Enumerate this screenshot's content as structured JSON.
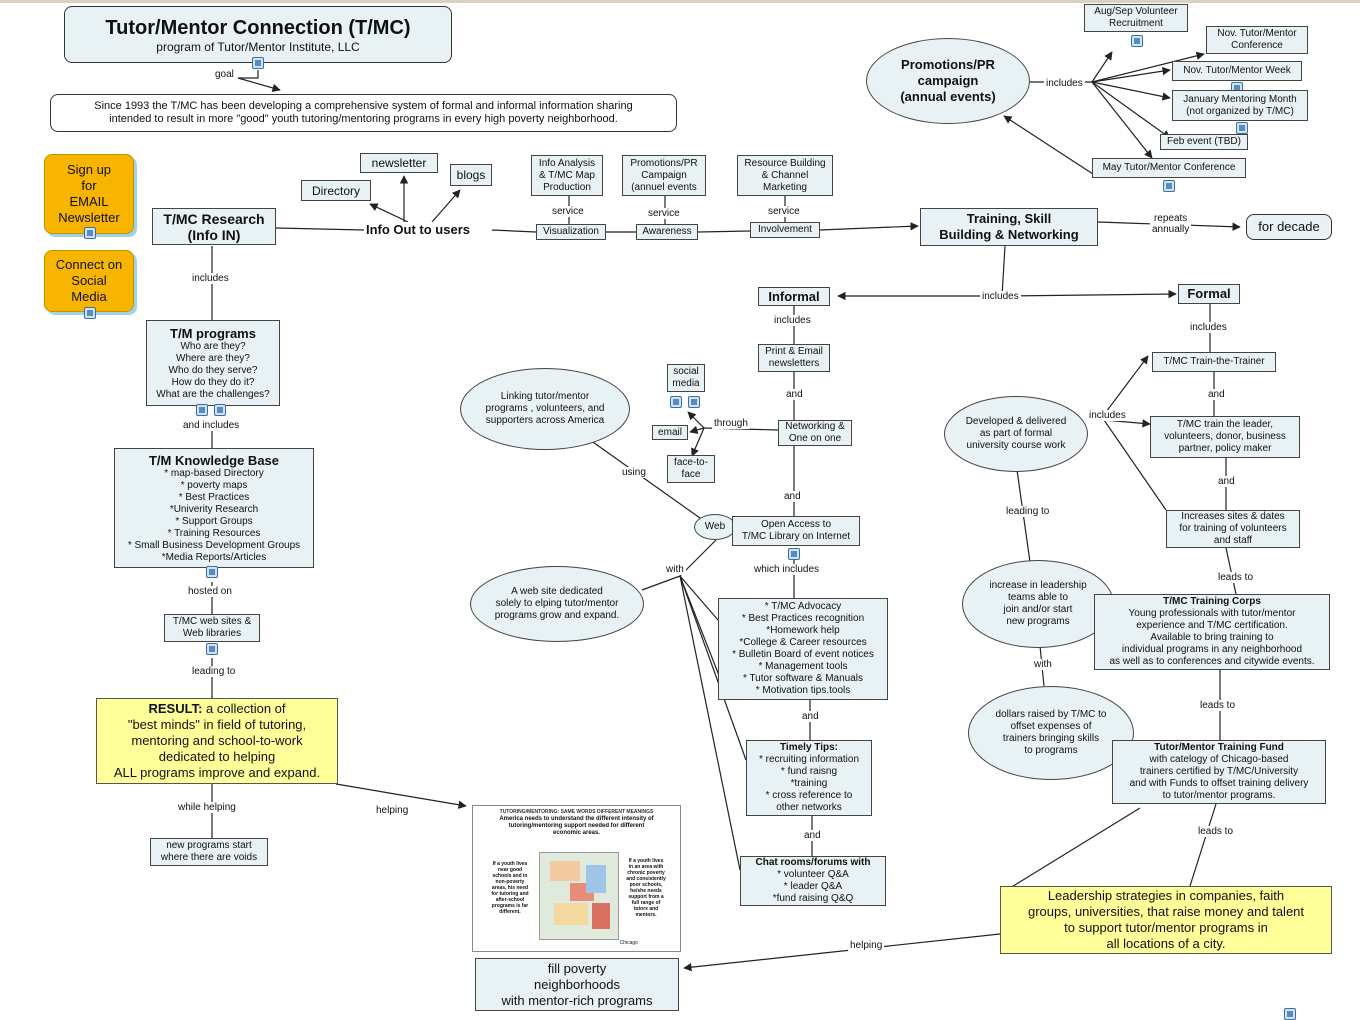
{
  "title": {
    "main": "Tutor/Mentor Connection (T/MC)",
    "sub": "program of Tutor/Mentor Institute, LLC"
  },
  "mission": "Since 1993 the T/MC has been developing a comprehensive system of formal and informal information sharing\nintended to result in more \"good\" youth tutoring/mentoring programs in every high poverty neighborhood.",
  "nodes": {
    "signup": "Sign up\nfor\nEMAIL\nNewsletter",
    "social": "Connect on\nSocial\nMedia",
    "research": "T/MC Research\n(Info IN)",
    "programs_title": "T/M programs",
    "programs_body": "Who are they?\nWhere are they?\nWho do they serve?\nHow do they do it?\nWhat are the challenges?",
    "kb_title": "T/M Knowledge Base",
    "kb_body": "* map-based Directory\n* poverty maps\n* Best Practices\n*Univerity Research\n* Support Groups\n* Training Resources\n* Small Business Development Groups\n*Media Reports/Articles",
    "websites": "T/MC web sites &\nWeb libraries",
    "result_bold": "RESULT:",
    "result_rest": " a collection of\n\"best minds\" in field of tutoring,\nmentoring and school-to-work\ndedicated to helping\nALL programs improve and expand.",
    "newprog": "new programs start\nwhere there are voids",
    "newsletter": "newsletter",
    "blogs": "blogs",
    "directory": "Directory",
    "infoout": "Info Out to users",
    "infoanalysis": "Info Analysis\n& T/MC Map\nProduction",
    "promo_campaign": "Promotions/PR\nCampaign\n(annuel events",
    "resource": "Resource Building\n& Channel\nMarketing",
    "visualization": "Visualization",
    "awareness": "Awareness",
    "involvement": "Involvement",
    "training": "Training, Skill\nBuilding & Networking",
    "promo_oval": "Promotions/PR\ncampaign\n(annual events)",
    "augsep": "Aug/Sep Volunteer\nRecruitment",
    "novconf": "Nov. Tutor/Mentor\nConference",
    "novweek": "Nov. Tutor/Mentor Week",
    "january": "January Mentoring Month\n(not organized by T/MC)",
    "feb": "Feb event (TBD)",
    "may": "May Tutor/Mentor Conference",
    "decade": "for decade",
    "informal": "Informal",
    "formal": "Formal",
    "print_news": "Print & Email\nnewsletters",
    "networking": "Networking &\nOne on one",
    "social_media": "social\nmedia",
    "email": "email",
    "face": "face-to-\nface",
    "linking": "Linking tutor/mentor\nprograms , volunteers, and\nsupporters across America",
    "web": "Web",
    "open_access": "Open Access to\nT/MC Library on Internet",
    "website_oval": "A web site dedicated\nsolely to elping tutor/mentor\nprograms grow and expand.",
    "advocacy": "* T/MC Advocacy\n* Best Practices recognition\n*Homework help\n*College & Career resources\n* Bulletin Board of event notices\n* Management tools\n* Tutor software & Manuals\n* Motivation tips.tools",
    "timely_title": "Timely Tips:",
    "timely_body": "* recruiting information\n* fund raisng\n*training\n* cross reference to\nother networks",
    "chat_title": "Chat rooms/forums with",
    "chat_body": "* volunteer Q&A\n* leader Q&A\n*fund raising Q&Q",
    "train_trainer": "T/MC Train-the-Trainer",
    "train_leader": "T/MC train the leader,\nvolunteers, donor, business\npartner, policy maker",
    "developed": "Developed & delivered\nas part of formal\nuniversity course work",
    "increases": "Increases sites & dates\nfor training of volunteers\nand staff",
    "increase_leadership": "increase in leadership\nteams able to\njoin and/or start\nnew programs",
    "corps_title": "T/MC Training Corps",
    "corps_body": "Young professionals with tutor/mentor\nexperience and T/MC certification.\nAvailable to bring training to\nindividual programs in any neighborhood\nas well as to conferences and citywide events.",
    "dollars": "dollars raised by T/MC to\noffset expenses of\ntrainers bringing skills\nto programs",
    "fund_title": "Tutor/Mentor Training Fund",
    "fund_body": "with catelogy of Chicago-based\ntrainers certified by T/MC/University\nand with Funds to offset training delivery\nto tutor/mentor programs.",
    "leadership": "Leadership strategies in companies, faith\ngroups, universities, that raise money and talent\nto support tutor/mentor programs in\nall locations of a city.",
    "fill": "fill poverty\nneighborhoods\nwith mentor-rich programs"
  },
  "map_image": {
    "header": "TUTORING/MENTORING: SAME WORDS DIFFERENT MEANINGS",
    "subheader": "America needs to understand the different intensity of\ntutoring/mentoring support needed for different\neconomic areas.",
    "left": "If a youth lives\nnear good\nschools and in\nnon-poverty\nareas, his need\nfor tutoring and\nafter-school\nprograms is far\ndifferent.",
    "right": "If a youth lives\nin an area with\nchronic poverty\nand consistently\npoor schools,\nhe/she needs\nsupport from a\nfull range of\ntutors and\nmentors.",
    "city": "Chicago"
  },
  "links": {
    "goal": "goal",
    "includes_research": "includes",
    "and_includes": "and includes",
    "hosted_on": "hosted on",
    "leading_to": "leading to",
    "while_helping": "while helping",
    "helping_result": "helping",
    "service1": "service",
    "service2": "service",
    "service3": "service",
    "includes_promo": "includes",
    "repeats": "repeats\nannually",
    "includes_training": "includes",
    "includes_informal": "includes",
    "and_print": "and",
    "through": "through",
    "and_network": "and",
    "using": "using",
    "with_web": "with",
    "which_includes": "which includes",
    "and_adv": "and",
    "and_timely": "and",
    "includes_formal": "includes",
    "includes_dev": "includes",
    "and_tt": "and",
    "and_leader": "and",
    "leading_to_dev": "leading to",
    "leads_to1": "leads to",
    "with_lead": "with",
    "leads_to2": "leads to",
    "leads_to3": "leads to",
    "helping_leader": "helping"
  },
  "colors": {
    "node_fill": "#e8f1f3",
    "orange": "#f7b500",
    "yellow": "#ffff99",
    "line": "#222222"
  }
}
